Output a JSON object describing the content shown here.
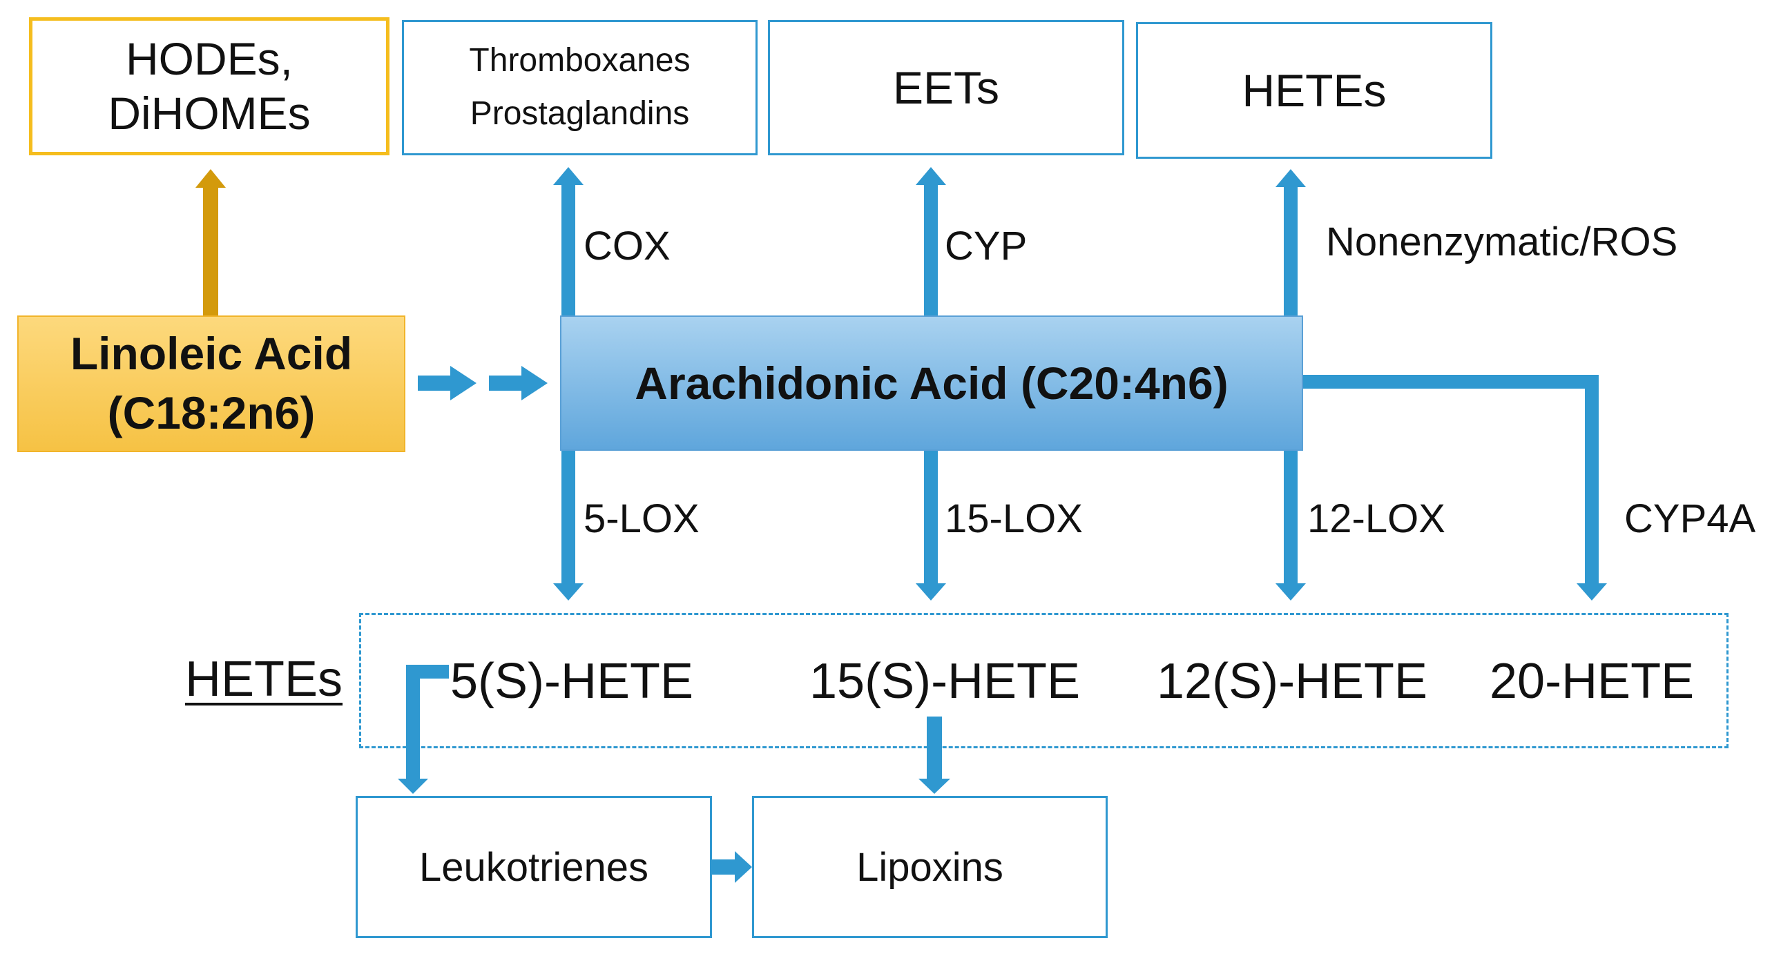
{
  "nodes": {
    "hodes": [
      "HODEs,",
      "DiHOMEs"
    ],
    "thromboxanes": [
      "Thromboxanes",
      "Prostaglandins"
    ],
    "eets": "EETs",
    "hetes_top": "HETEs",
    "linoleic": [
      "Linoleic Acid",
      "(C18:2n6)"
    ],
    "arachidonic": "Arachidonic Acid (C20:4n6)",
    "leukotrienes": "Leukotrienes",
    "lipoxins": "Lipoxins"
  },
  "enzymes": {
    "cox": "COX",
    "cyp": "CYP",
    "nonenzymatic": "Nonenzymatic/ROS",
    "lox5": "5-LOX",
    "lox15": "15-LOX",
    "lox12": "12-LOX",
    "cyp4a": "CYP4A"
  },
  "hete_group": {
    "heading": "HETEs",
    "items": [
      "5(S)-HETE",
      "15(S)-HETE",
      "12(S)-HETE",
      "20-HETE"
    ]
  },
  "colors": {
    "arrow_blue": "#2f98d0",
    "arrow_orange": "#d39a0c",
    "box_border_blue": "#2f98d0",
    "box_border_orange": "#f5bd1e"
  }
}
